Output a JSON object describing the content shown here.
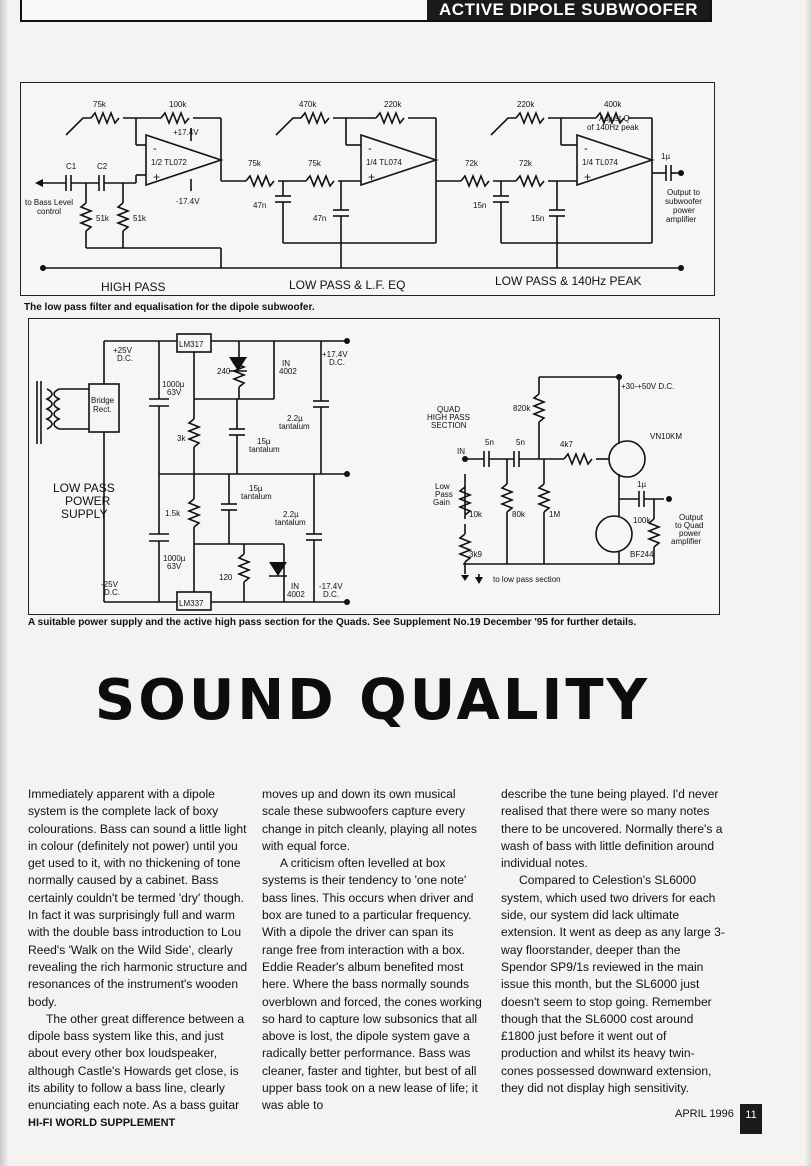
{
  "header": {
    "title": "ACTIVE DIPOLE SUBWOOFER"
  },
  "figure1": {
    "caption": "The low pass filter and equalisation for the dipole subwoofer.",
    "sections": [
      "HIGH PASS",
      "LOW PASS & L.F. EQ",
      "LOW PASS & 140Hz PEAK"
    ],
    "labels": {
      "r75k": "75k",
      "r100k": "100k",
      "r470k": "470k",
      "r220k": "220k",
      "r400k": "400k",
      "adjust_q": "Adjust Q",
      "adjust_q2": "of 140Hz peak",
      "opamp1": "1/2 TL072",
      "opamp2": "1/4 TL074",
      "opamp3": "1/4 TL074",
      "vplus": "+17.4V",
      "vminus": "-17.4V",
      "c1": "C1",
      "c2": "C2",
      "to_bass1": "to Bass Level",
      "to_bass2": "control",
      "r51k": "51k",
      "c47n": "47n",
      "r72k": "72k",
      "c15n": "15n",
      "c1u": "1µ",
      "out1": "Output to",
      "out2": "subwoofer",
      "out3": "power",
      "out4": "amplifier",
      "minus": "-",
      "plus": "+"
    }
  },
  "figure2": {
    "caption": "A suitable power supply and the active high pass section for the Quads. See Supplement No.19 December '95 for further details.",
    "labels": {
      "psu1": "LOW PASS",
      "psu2": "POWER",
      "psu3": "SUPPLY",
      "lm317": "LM317",
      "lm337": "LM337",
      "p25v": "+25V",
      "dc": "D.C.",
      "n25v": "-25V",
      "bridge1": "Bridge",
      "bridge2": "Rect.",
      "c1000u": "1000µ",
      "c63v": "63V",
      "r240": "240",
      "r3k": "3k",
      "r15k": "1.5k",
      "r120": "120",
      "in4002a": "IN",
      "in4002b": "4002",
      "p174": "+17.4V",
      "n174": "-17.4V",
      "c15u": "15µ",
      "tant": "tantalum",
      "c22u": "2.2µ",
      "quad1": "QUAD",
      "quad2": "HIGH PASS",
      "quad3": "SECTION",
      "p3050": "+30-+50V D.C.",
      "r820k": "820k",
      "c5n": "5n",
      "r4k7": "4k7",
      "vn10km": "VN10KM",
      "in": "IN",
      "lowpass1": "Low",
      "lowpass2": "Pass",
      "lowpass3": "Gain",
      "r10k": "10k",
      "r80k": "80k",
      "r1m": "1M",
      "r3k9": "3k9",
      "r100k": "100k",
      "bf244": "BF244",
      "c1u": "1µ",
      "outq1": "Output",
      "outq2": "to Quad",
      "outq3": "power",
      "outq4": "amplifier",
      "to_low": "to low pass section"
    }
  },
  "article": {
    "headline": "SOUND QUALITY",
    "col1": [
      "Immediately apparent with a dipole system is the complete lack of boxy colourations. Bass can sound a little light in colour (definitely not power) until you get used to it, with no thickening of tone normally caused by a cabinet. Bass certainly couldn't be termed 'dry' though. In fact it was surprisingly full and warm with the double bass introduction to Lou Reed's 'Walk on the Wild Side', clearly revealing the rich harmonic structure and resonances of the instrument's wooden body.",
      "The other great difference between a dipole bass system like this, and just about every other box loudspeaker, although Castle's Howards get close, is its ability to follow a bass line, clearly enunciating each note. As a bass guitar"
    ],
    "col2": [
      "moves up and down its own musical scale these subwoofers capture every change in pitch cleanly, playing all notes with equal force.",
      "A criticism often levelled at box systems is their tendency to 'one note' bass lines. This occurs when driver and box are tuned to a particular frequency. With a dipole the driver can span its range free from interaction with a box. Eddie Reader's album benefited most here. Where the bass normally sounds overblown and forced, the cones working so hard to capture low subsonics that all above is lost, the dipole system gave a radically better performance. Bass was cleaner, faster and tighter, but best of all upper bass took on a new lease of life; it was able to"
    ],
    "col3": [
      "describe the tune being played. I'd never realised that there were so many notes there to be uncovered. Normally there's a wash of bass with little definition around individual notes.",
      "Compared to Celestion's SL6000 system, which used two drivers for each side, our system did lack ultimate extension. It went as deep as any large 3-way floorstander, deeper than the Spendor SP9/1s reviewed in the main issue this month, but the SL6000 just doesn't seem to stop going. Remember though that the SL6000 cost around £1800 just before it went out of production and whilst its heavy twin-cones possessed downward extension, they did not display high sensitivity."
    ]
  },
  "footer": {
    "publication": "HI-FI WORLD  SUPPLEMENT",
    "date": "APRIL 1996",
    "page": "11"
  }
}
